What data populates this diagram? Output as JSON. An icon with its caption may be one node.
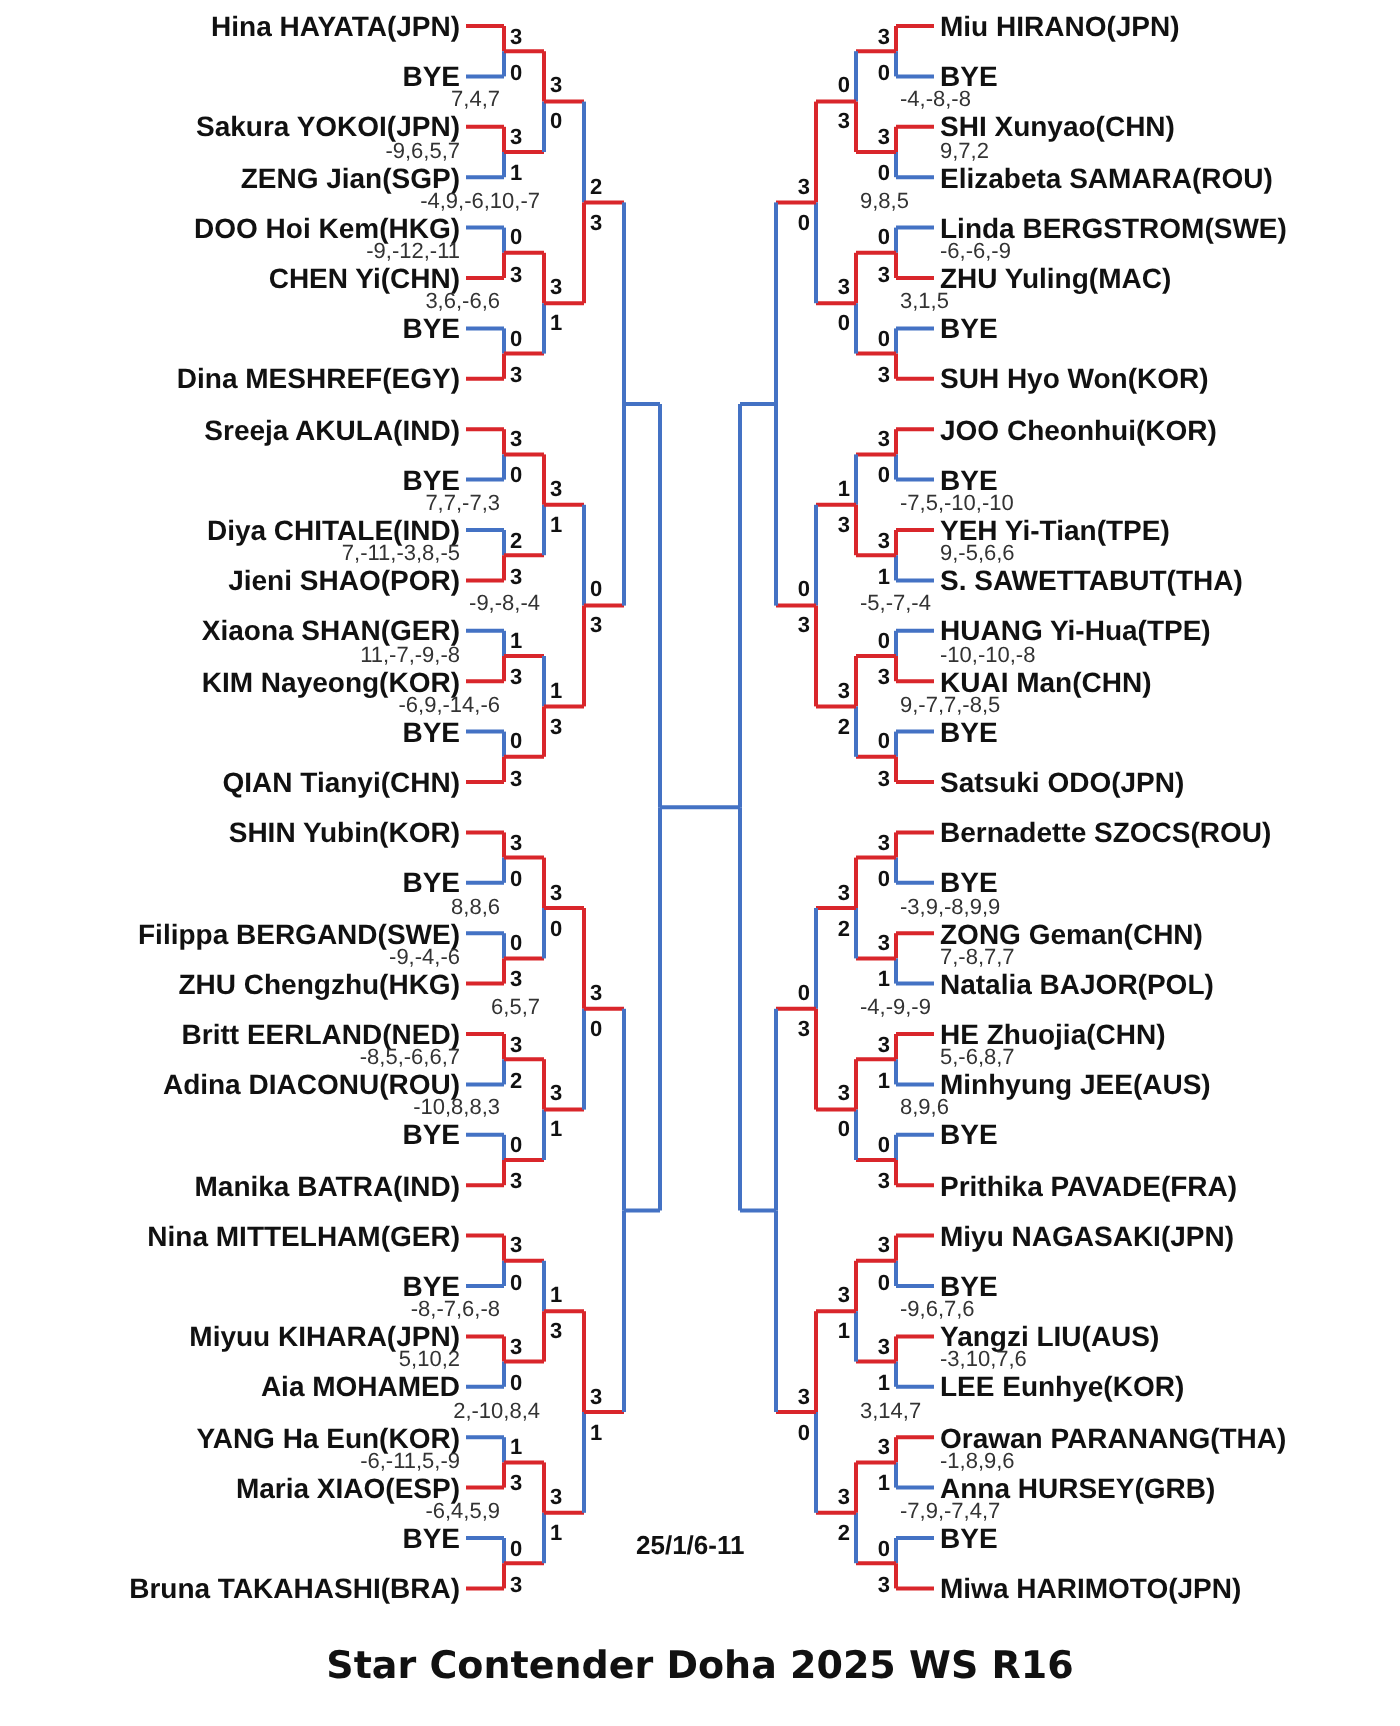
{
  "diagram": {
    "title": "Star Contender Doha 2025 WS R16",
    "labels": [
      "Hina HAYATA(JPN)",
      "BYE",
      "7,4,7",
      "Sakura YOKOI(JPN)",
      "-9,6,5,7",
      "ZENG Jian(SGP)",
      "-4,9,-6,10,-7",
      "DOO Hoi Kem(HKG)",
      "-9,-12,-11",
      "CHEN Yi(CHN)",
      "3,6,-6,6",
      "BYE",
      "Dina MESHREF(EGY)",
      "Sreeja AKULA(IND)",
      "BYE",
      "7,7,-7,3",
      "Diya CHITALE(IND)",
      "7,-11,-3,8,-5",
      "Jieni SHAO(POR)",
      "-9,-8,-4",
      "Xiaona SHAN(GER)",
      "11,-7,-9,-8",
      "KIM Nayeong(KOR)",
      "-6,9,-14,-6",
      "BYE",
      "QIAN Tianyi(CHN)",
      "SHIN Yubin(KOR)",
      "BYE",
      "8,8,6",
      "Filippa BERGAND(SWE)",
      "-9,-4,-6",
      "ZHU Chengzhu(HKG)",
      "6,5,7",
      "Britt EERLAND(NED)",
      "-8,5,-6,6,7",
      "Adina DIACONU(ROU)",
      "-10,8,8,3",
      "BYE",
      "Manika BATRA(IND)",
      "Nina MITTELHAM(GER)",
      "BYE",
      "-8,-7,6,-8",
      "Miyuu KIHARA(JPN)",
      "5,10,2",
      "Aia MOHAMED",
      "2,-10,8,4",
      "YANG Ha Eun(KOR)",
      "-6,-11,5,-9",
      "Maria XIAO(ESP)",
      "-6,4,5,9",
      "BYE",
      "Bruna TAKAHASHI(BRA)",
      "3",
      "0",
      "3",
      "1",
      "0",
      "3",
      "0",
      "3",
      "3",
      "0",
      "2",
      "3",
      "1",
      "3",
      "0",
      "3",
      "3",
      "0",
      "0",
      "3",
      "3",
      "2",
      "0",
      "3",
      "3",
      "0",
      "3",
      "0",
      "1",
      "3",
      "0",
      "3",
      "3",
      "0",
      "3",
      "1",
      "3",
      "1",
      "1",
      "3",
      "3",
      "0",
      "3",
      "1",
      "1",
      "3",
      "3",
      "1",
      "2",
      "3",
      "0",
      "3",
      "3",
      "0",
      "3",
      "1",
      "Miu HIRANO(JPN)",
      "BYE",
      "-4,-8,-8",
      "SHI Xunyao(CHN)",
      "9,7,2",
      "Elizabeta SAMARA(ROU)",
      "9,8,5",
      "Linda BERGSTROM(SWE)",
      "-6,-6,-9",
      "ZHU Yuling(MAC)",
      "3,1,5",
      "BYE",
      "SUH Hyo Won(KOR)",
      "JOO Cheonhui(KOR)",
      "BYE",
      "-7,5,-10,-10",
      "YEH Yi-Tian(TPE)",
      "9,-5,6,6",
      "S. SAWETTABUT(THA)",
      "-5,-7,-4",
      "HUANG Yi-Hua(TPE)",
      "-10,-10,-8",
      "KUAI Man(CHN)",
      "9,-7,7,-8,5",
      "BYE",
      "Satsuki ODO(JPN)",
      "Bernadette SZOCS(ROU)",
      "BYE",
      "-3,9,-8,9,9",
      "ZONG Geman(CHN)",
      "7,-8,7,7",
      "Natalia BAJOR(POL)",
      "-4,-9,-9",
      "HE Zhuojia(CHN)",
      "5,-6,8,7",
      "Minhyung JEE(AUS)",
      "8,9,6",
      "BYE",
      "Prithika PAVADE(FRA)",
      "Miyu NAGASAKI(JPN)",
      "BYE",
      "-9,6,7,6",
      "Yangzi LIU(AUS)",
      "-3,10,7,6",
      "LEE Eunhye(KOR)",
      "3,14,7",
      "Orawan PARANANG(THA)",
      "-1,8,9,6",
      "Anna HURSEY(GRB)",
      "-7,9,-7,4,7",
      "BYE",
      "Miwa HARIMOTO(JPN)",
      "3",
      "0",
      "3",
      "0",
      "0",
      "3",
      "0",
      "3",
      "3",
      "0",
      "3",
      "1",
      "0",
      "3",
      "0",
      "3",
      "3",
      "0",
      "3",
      "1",
      "3",
      "1",
      "0",
      "3",
      "3",
      "0",
      "3",
      "1",
      "3",
      "1",
      "0",
      "3",
      "0",
      "3",
      "3",
      "0",
      "1",
      "3",
      "3",
      "2",
      "3",
      "2",
      "3",
      "0",
      "3",
      "1",
      "3",
      "2",
      "3",
      "0",
      "0",
      "3",
      "0",
      "3",
      "3",
      "0",
      "25/1/6-11"
    ]
  }
}
